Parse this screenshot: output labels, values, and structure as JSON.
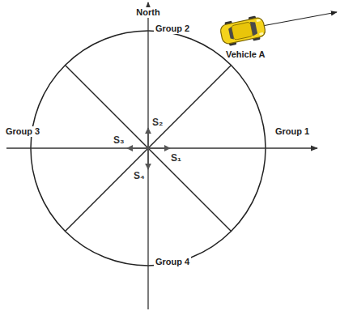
{
  "diagram": {
    "labels": [
      "North",
      "Group 2",
      "Vehicle A",
      "Group 3",
      "Group 1",
      "S₂",
      "S₃",
      "S₁",
      "S₄",
      "Group 4"
    ]
  }
}
